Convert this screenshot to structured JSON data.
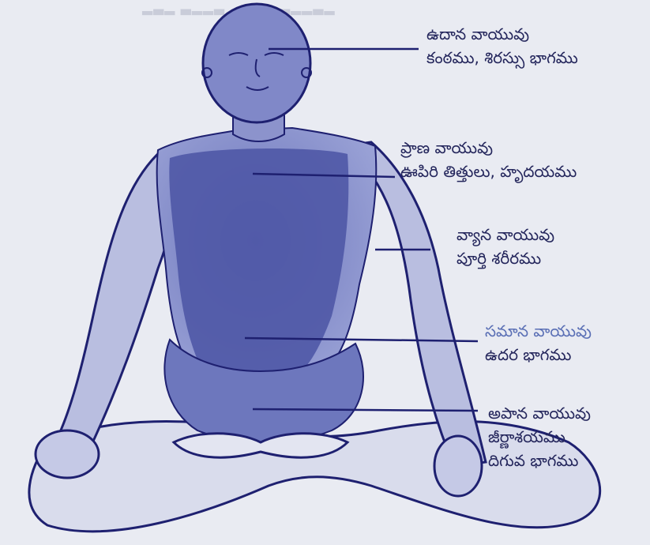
{
  "labels": {
    "udana": {
      "name": "ఉదాన వాయువు",
      "region": "కంఠము, శిరస్సు భాగము"
    },
    "prana": {
      "name": "ప్రాణ వాయువు",
      "region": "ఊపిరి తిత్తులు, హృదయము"
    },
    "vyana": {
      "name": "వ్యాన వాయువు",
      "region": "పూర్తి శరీరము"
    },
    "samana": {
      "name": "సమాన వాయువు",
      "region": "ఉదర భాగము"
    },
    "apana": {
      "name": "అపాన వాయువు",
      "region_line1": "జీర్ణాశయము",
      "region_line2": "దిగువ భాగము"
    }
  },
  "colors": {
    "figure_fill": "#7f88c6",
    "torso_fill": "#4f58a6",
    "outline": "#1e2070",
    "label_text": "#24265c",
    "background": "#e9ebf2"
  }
}
